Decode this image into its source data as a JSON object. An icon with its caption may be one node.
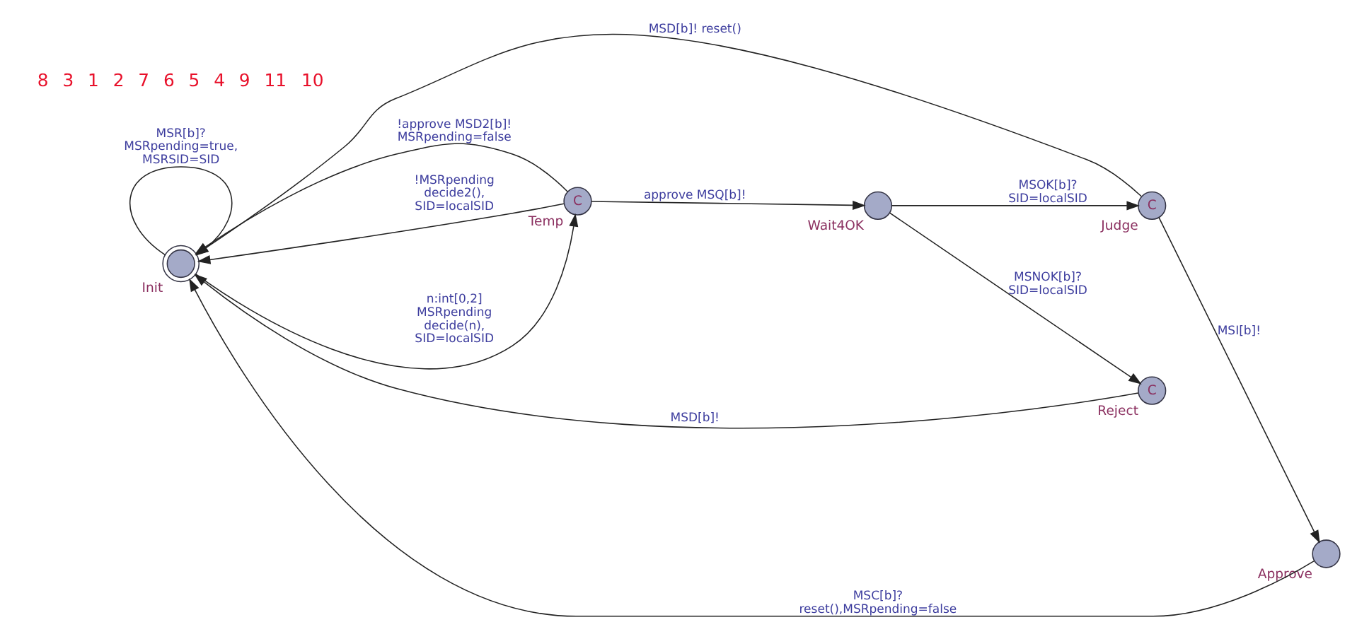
{
  "diagram": {
    "nodes": [
      {
        "text": [],
        "shape": "circle",
        "beside": [
          "Init"
        ]
      },
      {
        "text": [
          "C"
        ],
        "beside": [
          "Temp"
        ]
      },
      {
        "text": [],
        "shape": "circle",
        "beside": [
          "Wait4OK"
        ]
      },
      {
        "text": [
          "C"
        ],
        "beside": [
          "Judge"
        ]
      },
      {
        "text": [],
        "shape": "circle",
        "beside": [
          "Approve"
        ]
      },
      {
        "text": [
          "C"
        ],
        "beside": [
          "Reject"
        ]
      }
    ],
    "edges": [
      {
        "from": 0,
        "to": 0,
        "arrow": "to",
        "label": "MSR[b]? MSRpending=true, MSRSID=SID"
      },
      {
        "from": 0,
        "to": 1,
        "arrow": "to",
        "label": "n:int[0,2] MSRpending decide(n), SID=localSID"
      },
      {
        "from": 1,
        "to": 0,
        "arrow": "to",
        "label": "!approve MSD2[b]! MSRpending=false"
      },
      {
        "from": 1,
        "to": 0,
        "arrow": "to",
        "label": "!MSRpending decide2(), SID=localSID"
      },
      {
        "from": 1,
        "to": 2,
        "arrow": "to",
        "label": "approve MSQ[b]!"
      },
      {
        "from": 2,
        "to": 3,
        "arrow": "to",
        "label": "MSOK[b]? SID=localSID"
      },
      {
        "from": 3,
        "to": 4,
        "arrow": "to",
        "label": "MSI[b]!"
      },
      {
        "from": 4,
        "to": 0,
        "arrow": "to",
        "label": "MSC[b]? reset(),MSRpending=false"
      },
      {
        "from": 2,
        "to": 5,
        "arrow": "to",
        "label": "MSNOK[b]? SID=localSID"
      },
      {
        "from": 5,
        "to": 0,
        "arrow": "to",
        "label": "MSD[b]!"
      },
      {
        "from": 3,
        "to": 0,
        "arrow": "to",
        "label": "MSD[b]! reset()"
      }
    ],
    "labels": [
      "8",
      "3",
      "1",
      "2",
      "7",
      "6",
      "5",
      "4",
      "9",
      "11",
      "10"
    ]
  }
}
